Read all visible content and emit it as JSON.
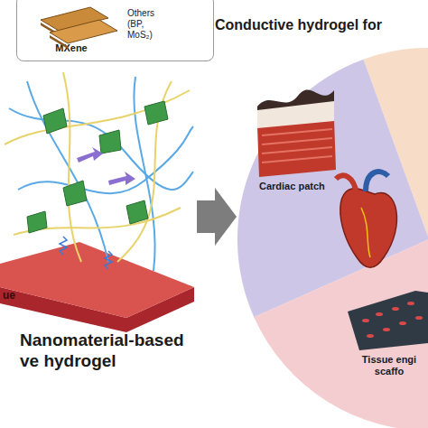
{
  "diagram": {
    "title": "Conductive hydrogel for",
    "nodes": [
      {
        "text": [
          "MXene",
          "Others (BP, MoS₂)"
        ]
      },
      {
        "text": [
          "Cardiac patch"
        ]
      },
      {
        "text": [
          "Tissue engi scaffo"
        ]
      }
    ],
    "labels": [
      "Nanomaterial-based ve hydrogel",
      "ue"
    ]
  }
}
